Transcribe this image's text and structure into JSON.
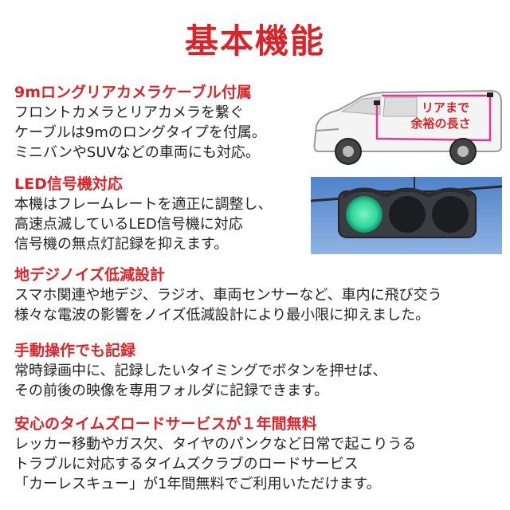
{
  "title": "基本機能",
  "sections": [
    {
      "heading": "9mロングリアカメラケーブル付属",
      "lines": [
        "フロントカメラとリアカメラを繋ぐ",
        "ケーブルは9mのロングタイプを付属。",
        "ミニバンやSUVなどの車両にも対応。"
      ]
    },
    {
      "heading": "LED信号機対応",
      "lines": [
        "本機はフレームレートを適正に調整し、",
        "高速点滅しているLED信号機に対応",
        "信号機の無点灯記録を抑えます。"
      ]
    },
    {
      "heading": "地デジノイズ低減設計",
      "lines": [
        "スマホ関連や地デジ、ラジオ、車両センサーなど、車内に飛び交う",
        "様々な電波の影響をノイズ低減設計により最小限に抑えました。"
      ]
    },
    {
      "heading": "手動操作でも記録",
      "lines": [
        "常時録画中に、記録したいタイミングでボタンを押せば、",
        "その前後の映像を専用フォルダに記録できます。"
      ]
    },
    {
      "heading": "安心のタイムズロードサービスが１年間無料",
      "lines": [
        "レッカー移動やガス欠、タイヤのパンクなど日常で起こりうる",
        "トラブルに対応するタイムズクラブのロードサービス",
        "「カーレスキュー」が1年間無料でご利用いただけます。"
      ]
    }
  ],
  "van_callout": [
    "リアまで",
    "余裕の長さ"
  ],
  "colors": {
    "accent": "#d9252a",
    "cable": "#e0388f",
    "sky": "#5f8fd0",
    "signal_green": "#2fd79a"
  }
}
